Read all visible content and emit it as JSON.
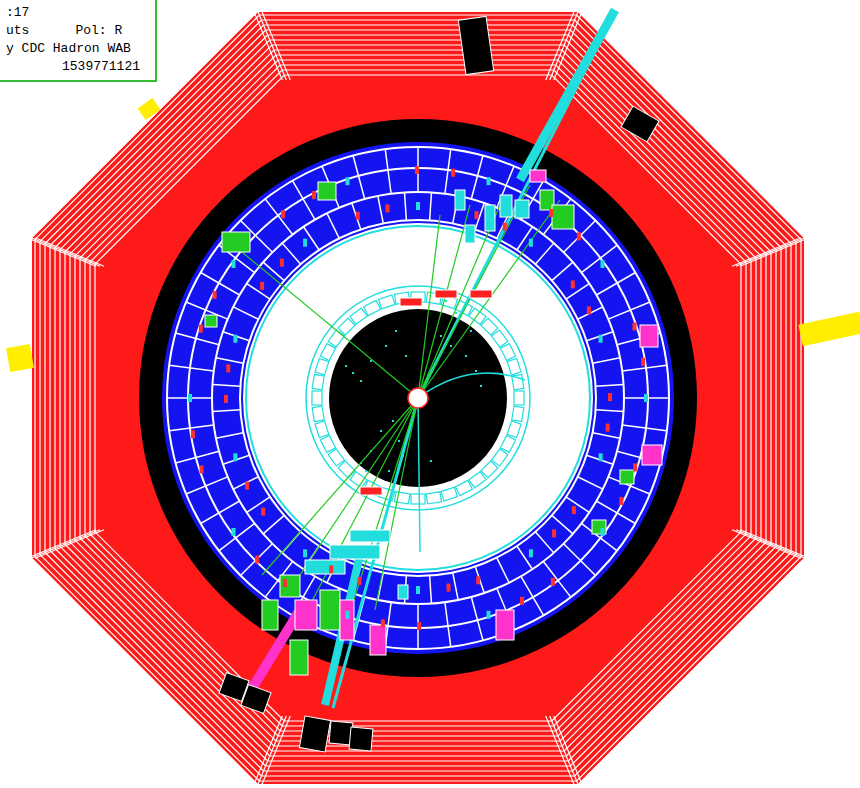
{
  "diagram": {
    "nodes": [
      {
        "text": [
          ":17",
          "uts",
          "Pol: R",
          "y CDC Hadron WAB",
          "1539771121"
        ]
      }
    ]
  }
}
